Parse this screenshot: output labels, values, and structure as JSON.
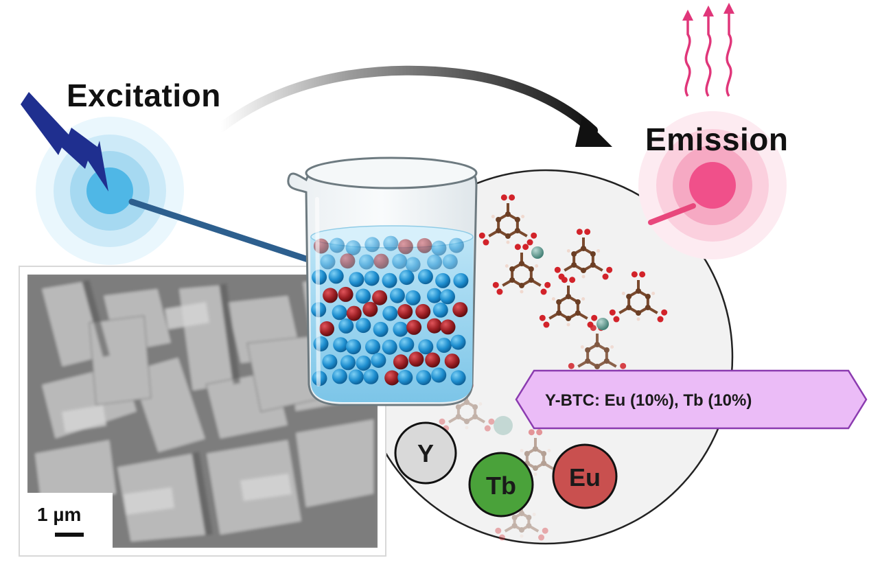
{
  "labels": {
    "excitation": "Excitation",
    "emission": "Emission",
    "formula": "Y-BTC: Eu (10%), Tb (10%)",
    "scale_bar": "1 µm"
  },
  "elements": [
    {
      "symbol": "Y",
      "color": "#d9d9d9"
    },
    {
      "symbol": "Tb",
      "color": "#4aa23a"
    },
    {
      "symbol": "Eu",
      "color": "#c9504f"
    }
  ],
  "colors": {
    "excitation_glow": "#4fb7e6",
    "emission_glow": "#f0508a",
    "lightning": "#1f2f8f",
    "formula_box_fill": "#ebbcf7",
    "formula_box_stroke": "#8b3bb0",
    "blue_particle": "#1f8fd0",
    "red_particle": "#9c1f24"
  },
  "icons": {
    "excitation": "lightning-bolt-icon",
    "emission": "wavy-arrows-icon",
    "transfer": "curved-arrow-icon",
    "vessel": "beaker-icon"
  }
}
